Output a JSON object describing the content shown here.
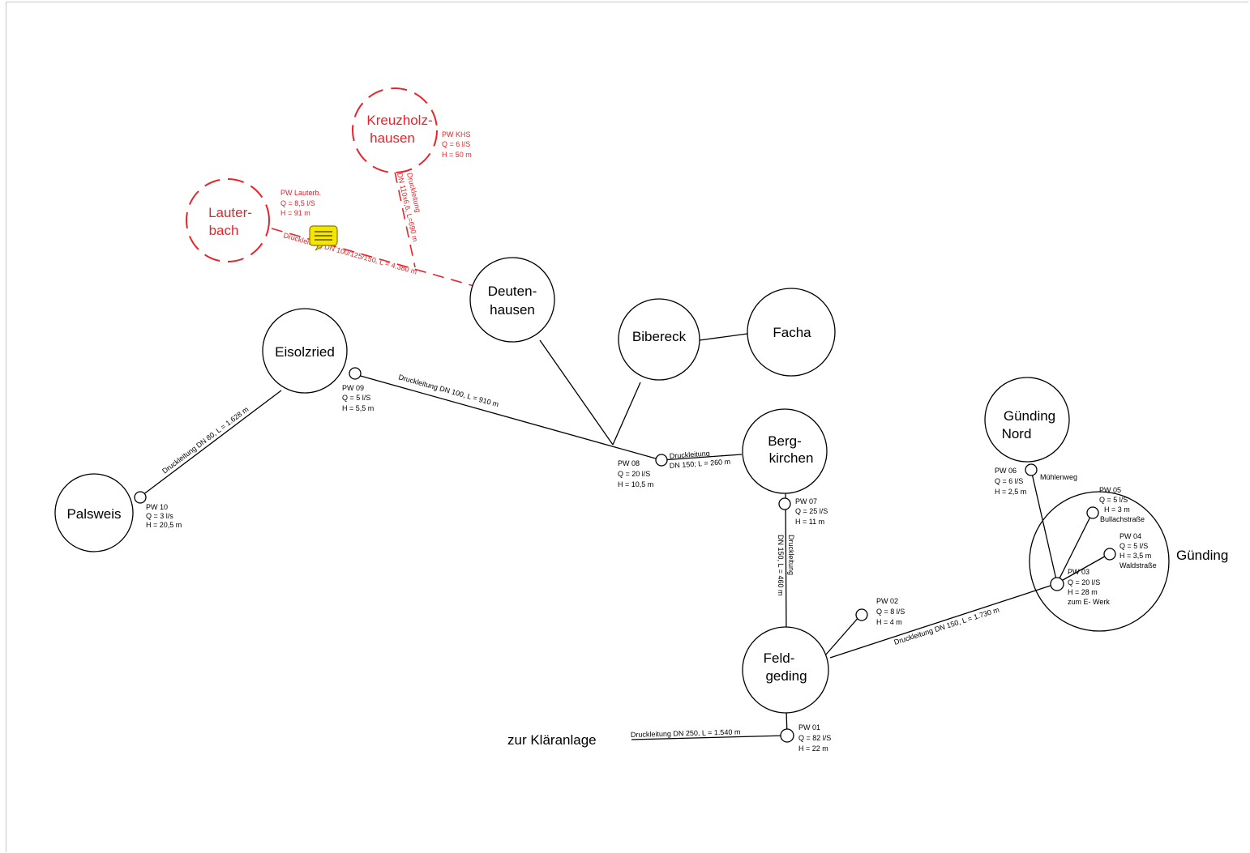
{
  "towns": {
    "palsweis": "Palsweis",
    "eisolzried": "Eisolzried",
    "deutenhausen_1": "Deuten-",
    "deutenhausen_2": "hausen",
    "bibereck": "Bibereck",
    "facha": "Facha",
    "bergkirchen_1": "Berg-",
    "bergkirchen_2": "kirchen",
    "feldgeding_1": "Feld-",
    "feldgeding_2": "geding",
    "gunding_nord_1": "Günding",
    "gunding_nord_2": "Nord",
    "gunding": "Günding",
    "lauterbach_1": "Lauter-",
    "lauterbach_2": "bach",
    "kreuzholz_1": "Kreuzholz-",
    "kreuzholz_2": "hausen",
    "klaeranlage": "zur Kläranlage"
  },
  "stations": {
    "pw10": [
      "PW 10",
      "Q = 3 l/s",
      "H = 20,5 m"
    ],
    "pw09": [
      "PW 09",
      "Q = 5 l/S",
      "H = 5,5 m"
    ],
    "pw08": [
      "PW 08",
      "Q = 20 l/S",
      "H = 10,5 m"
    ],
    "pw07": [
      "PW 07",
      "Q = 25 l/S",
      "H = 11 m"
    ],
    "pw06": [
      "PW 06",
      "Q = 6 l/S",
      "H = 2,5 m"
    ],
    "pw05": [
      "PW 05",
      "Q = 5 l/S",
      "H = 3 m",
      "Bullachstraße"
    ],
    "pw04": [
      "PW 04",
      "Q = 5 l/S",
      "H = 3,5 m",
      "Waldstraße"
    ],
    "pw03": [
      "PW 03",
      "Q = 20 l/S",
      "H = 28 m",
      "zum E- Werk"
    ],
    "pw02": [
      "PW 02",
      "Q = 8 l/S",
      "H = 4 m"
    ],
    "pw01": [
      "PW 01",
      "Q = 82 l/S",
      "H = 22 m"
    ],
    "pw_lauterb": [
      "PW Lauterb.",
      "Q = 8,5 l/S",
      "H = 91 m"
    ],
    "pw_khs": [
      "PW KHS",
      "Q = 6 l/S",
      "H = 50 m"
    ]
  },
  "pipes": {
    "palsweis_eisolzried": "Druckleitung DN 80, L = 1.628 m",
    "eisolzried_pw08": "Druckleitung DN 100, L = 910 m",
    "pw08_bergkirchen_1": "Druckleitung",
    "pw08_bergkirchen_2": "DN 150; L = 260 m",
    "bergkirchen_feldgeding_1": "Druckleitung",
    "bergkirchen_feldgeding_2": "DN 150, L = 460 m",
    "feldgeding_gunding": "Druckleitung DN 150, L = 1.730 m",
    "klaeranlage": "Druckleitung DN 250, L = 1.540 m",
    "muehlenweg": "Mühlenweg",
    "lauterbach": "Druckleitung DN 100/125/150, L = 4.380 m",
    "kreuzholz_1": "Druckleitung",
    "kreuzholz_2": "DN 110x6,6, L=690 m"
  },
  "colors": {
    "planned": "#e8232a",
    "existing": "#000000",
    "note": "#f5e600"
  },
  "icons": {
    "comment": "comment-note-icon"
  }
}
